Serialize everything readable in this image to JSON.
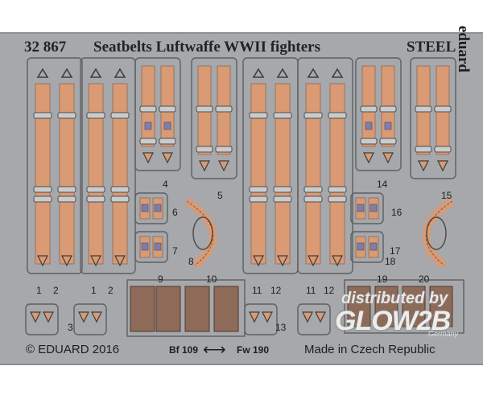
{
  "header": {
    "number": "32 867",
    "title": "Seatbelts Luftwaffe WWII fighters",
    "material": "STEEL"
  },
  "brand": "eduard",
  "footer": {
    "copyright": "© EDUARD 2016",
    "left_model": "Bf 109",
    "arrow": "⟷",
    "right_model": "Fw 190",
    "origin": "Made in Czech Republic"
  },
  "watermark": {
    "line1": "distributed by",
    "line2": "GLOW2B",
    "line3": "Germany"
  },
  "part_numbers": [
    "1",
    "2",
    "1",
    "2",
    "3",
    "4",
    "5",
    "6",
    "7",
    "8",
    "9",
    "10",
    "11",
    "12",
    "11",
    "12",
    "13",
    "14",
    "15",
    "16",
    "17",
    "18",
    "19",
    "20"
  ],
  "colors": {
    "fret": "#a6a8ab",
    "belt": "#d99a74",
    "buckle": "#c9cbcd",
    "pad": "#8e6a58",
    "blue_tab": "#7d7fa8"
  }
}
